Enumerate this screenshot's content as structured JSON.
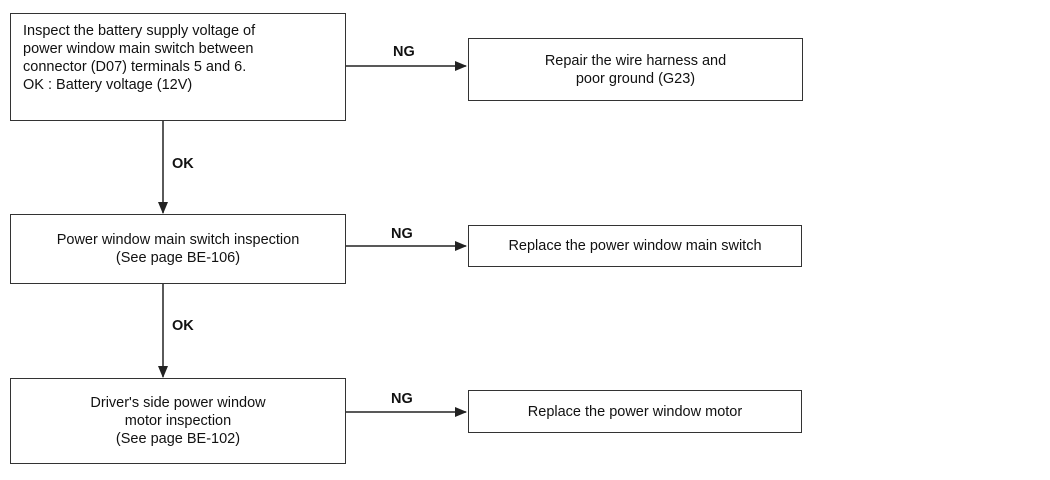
{
  "steps": [
    {
      "lines": [
        "Inspect the battery supply voltage of",
        "power window main switch between",
        "connector (D07) terminals 5 and 6.",
        "OK : Battery voltage (12V)"
      ],
      "ng_label": "NG",
      "ng_action_lines": [
        "Repair the wire harness and",
        "poor ground (G23)"
      ],
      "ok_label": "OK"
    },
    {
      "lines": [
        "Power window main switch inspection",
        "(See page BE-106)"
      ],
      "ng_label": "NG",
      "ng_action_lines": [
        "Replace the power window main switch"
      ],
      "ok_label": "OK"
    },
    {
      "lines": [
        "Driver's side power window",
        "motor  inspection",
        "(See page BE-102)"
      ],
      "ng_label": "NG",
      "ng_action_lines": [
        "Replace the power window motor"
      ]
    }
  ]
}
